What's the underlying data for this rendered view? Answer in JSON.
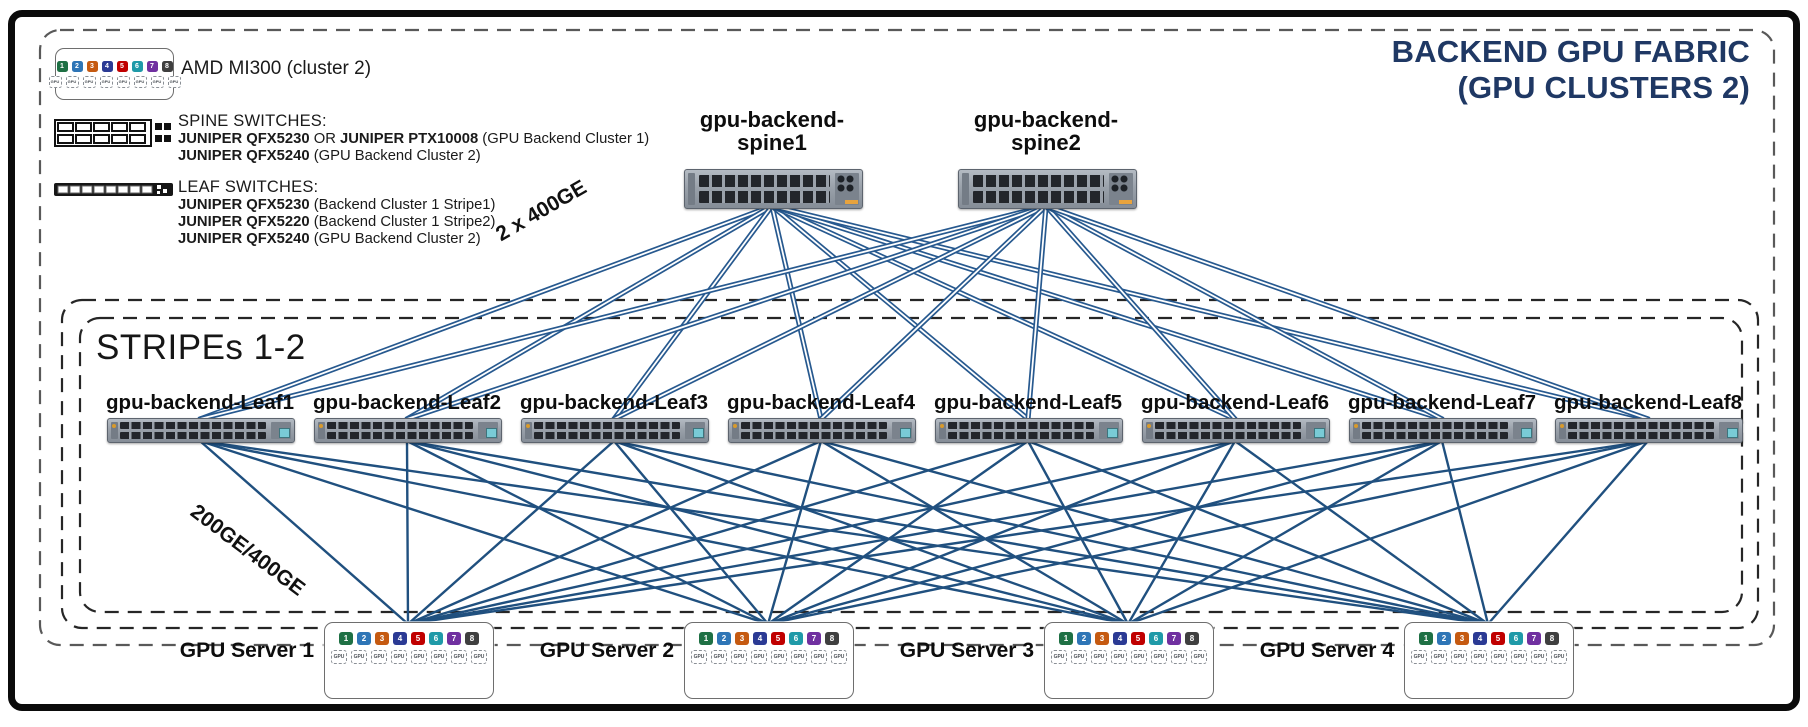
{
  "title": {
    "line1": "BACKEND GPU FABRIC",
    "line2": "(GPU CLUSTERS 2)"
  },
  "legend": {
    "gpu_item_label": "AMD MI300 (cluster 2)",
    "spine_header": "SPINE SWITCHES:",
    "spine_models": [
      [
        {
          "t": "JUNIPER QFX5230",
          "b": true
        },
        {
          "t": " OR ",
          "b": false
        },
        {
          "t": "JUNIPER PTX10008",
          "b": true
        },
        {
          "t": " (GPU Backend Cluster 1)",
          "b": false
        }
      ],
      [
        {
          "t": "JUNIPER QFX5240",
          "b": true
        },
        {
          "t": " (GPU Backend Cluster 2)",
          "b": false
        }
      ]
    ],
    "leaf_header": "LEAF SWITCHES:",
    "leaf_models": [
      [
        {
          "t": "JUNIPER QFX5230",
          "b": true
        },
        {
          "t": " (Backend Cluster 1 Stripe1)",
          "b": false
        }
      ],
      [
        {
          "t": "JUNIPER QFX5220",
          "b": true
        },
        {
          "t": " (Backend Cluster 1 Stripe2)",
          "b": false
        }
      ],
      [
        {
          "t": "JUNIPER QFX5240",
          "b": true
        },
        {
          "t": " (GPU Backend Cluster 2)",
          "b": false
        }
      ]
    ]
  },
  "stripes_box_label": "STRIPEs 1-2",
  "link_labels": {
    "spine_to_leaf": "2 x 400GE",
    "leaf_to_server": "200GE/400GE"
  },
  "topology": {
    "spines": [
      "gpu-backend-spine1",
      "gpu-backend-spine2"
    ],
    "leaves": [
      "gpu-backend-Leaf1",
      "gpu-backend-Leaf2",
      "gpu-backend-Leaf3",
      "gpu-backend-Leaf4",
      "gpu-backend-Leaf5",
      "gpu-backend-Leaf6",
      "gpu-backend-Leaf7",
      "gpu-backend-Leaf8"
    ],
    "servers": [
      "GPU Server 1",
      "GPU Server 2",
      "GPU Server 3",
      "GPU Server 4"
    ],
    "links": {
      "spine_leaf": "full-mesh",
      "leaf_server": "full-mesh"
    }
  },
  "gpu_module": {
    "numbers": [
      "1",
      "2",
      "3",
      "4",
      "5",
      "6",
      "7",
      "8"
    ],
    "colors": [
      "#1e7044",
      "#2e75b6",
      "#c55a11",
      "#2b3a94",
      "#c00000",
      "#1f9aa8",
      "#7030a0",
      "#3f3f3f"
    ],
    "chip_label": "GPU"
  },
  "colors": {
    "link": "#27598f",
    "link_single": "#20507f",
    "title": "#1f3864",
    "dash_outer": "#595959",
    "dash_stripes": "#262626"
  }
}
